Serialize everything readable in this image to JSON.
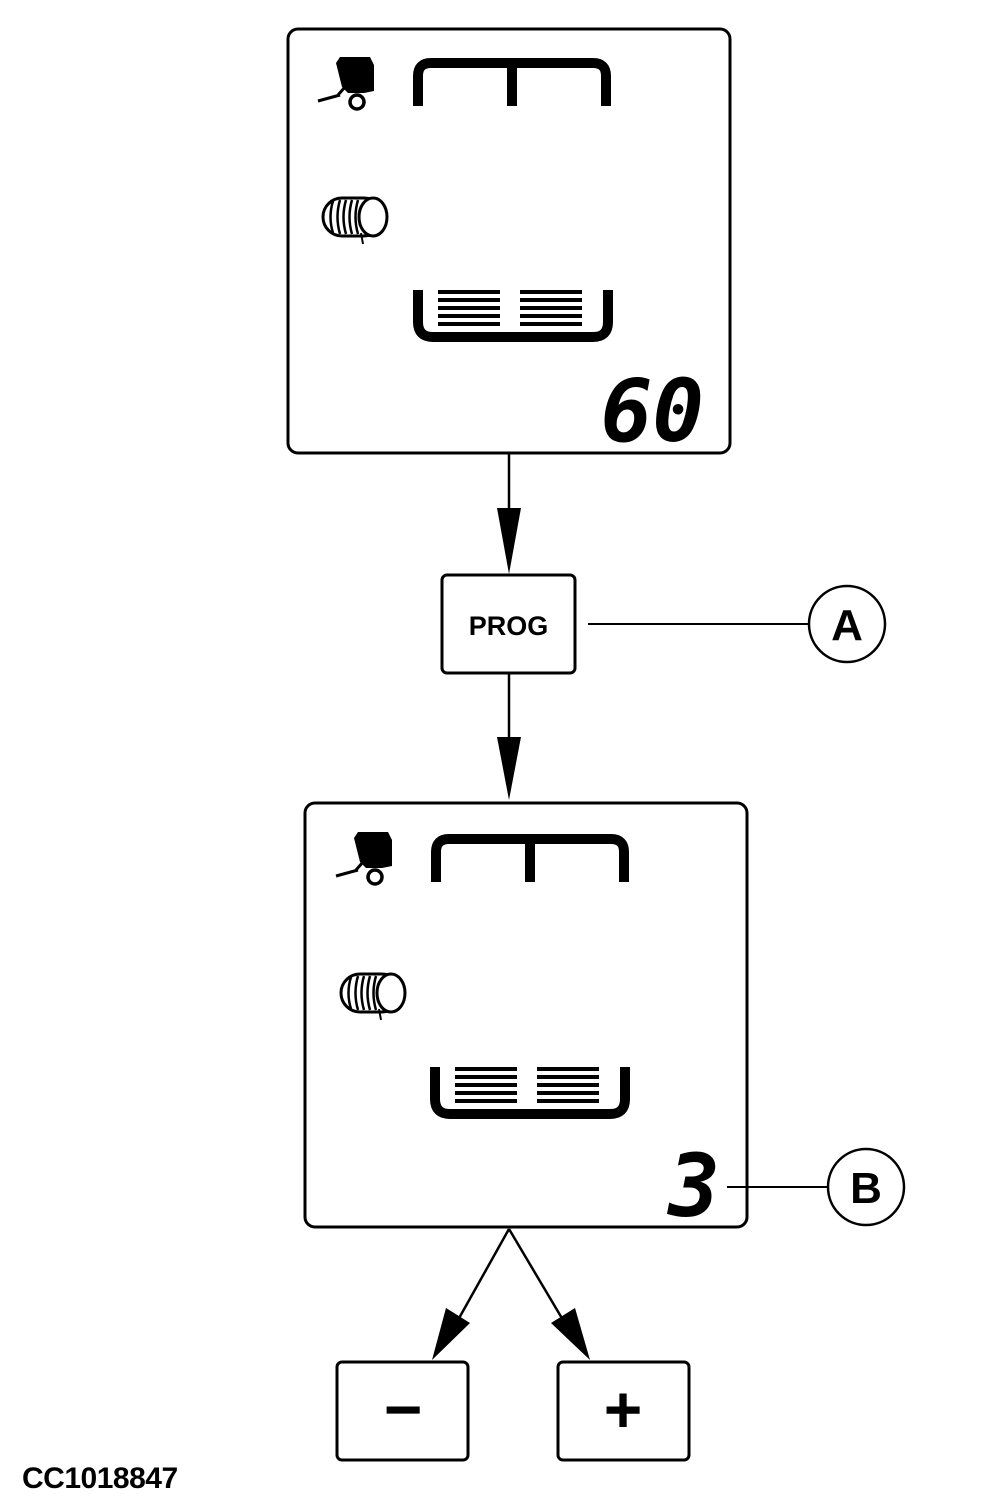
{
  "display_top": {
    "value": "60"
  },
  "display_bottom": {
    "value": "3"
  },
  "buttons": {
    "prog": "PROG",
    "minus": "−",
    "plus": "+"
  },
  "callouts": {
    "a": "A",
    "b": "B"
  },
  "figure_id": "CC1018847",
  "icons": [
    "baler-icon",
    "bale-roll-icon",
    "bale-chamber-top-icon",
    "bale-chamber-bottom-icon"
  ],
  "colors": {
    "ink": "#000000",
    "paper": "#ffffff"
  }
}
